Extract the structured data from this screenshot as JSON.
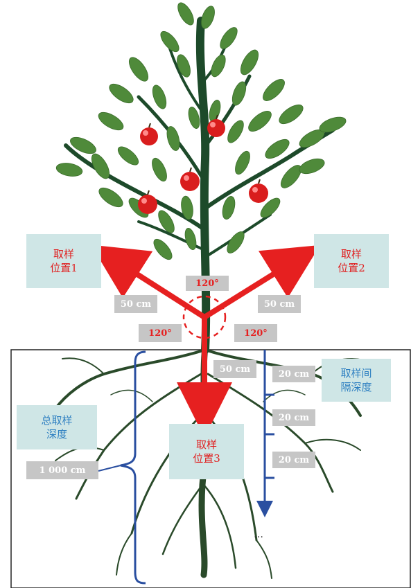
{
  "sampling_points": {
    "p1": [
      "取样",
      "位置1"
    ],
    "p2": [
      "取样",
      "位置2"
    ],
    "p3": [
      "取样",
      "位置3"
    ]
  },
  "angles": {
    "top": "120°",
    "left": "120°",
    "right": "120°"
  },
  "distances": {
    "left": "50 cm",
    "right": "50 cm",
    "down": "50 cm"
  },
  "interval": {
    "label": [
      "取样间",
      "隔深度"
    ],
    "step": "20 cm"
  },
  "total_depth": {
    "label": [
      "总取样",
      "深度"
    ],
    "value": "1 000 cm"
  },
  "ellipsis": "…",
  "colors": {
    "arrow": "#e62020",
    "leaf": "#4f8a3a",
    "trunk": "#1d4a2a",
    "apple": "#d91d1d",
    "bracket": "#2a4fa0",
    "box": "#cfe6e6",
    "chip": "#c6c6c6"
  }
}
